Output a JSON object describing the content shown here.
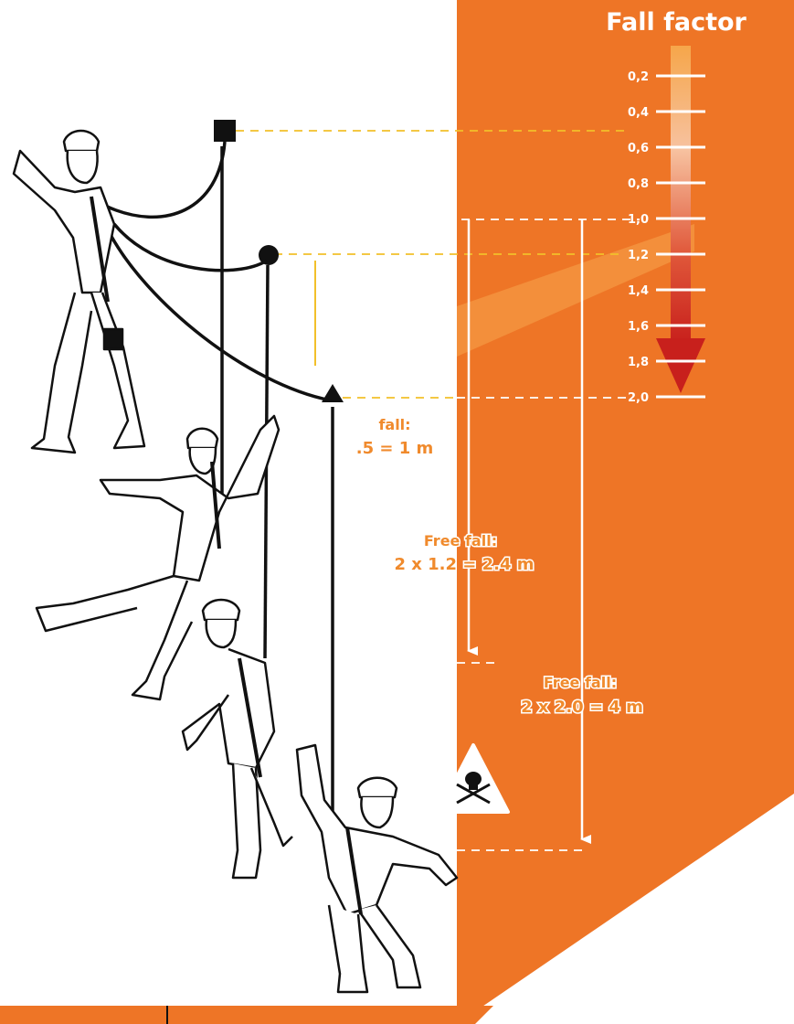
{
  "title": "Fall factor",
  "scale": {
    "ticks": [
      "0,2",
      "0,4",
      "0,6",
      "0,8",
      "1,0",
      "1,2",
      "1,4",
      "1,6",
      "1,8",
      "2,0"
    ]
  },
  "annotations": {
    "fall_short_1": "fall:",
    "fall_short_2": ".5 = 1 m",
    "free_fall_a_1": "Free fall:",
    "free_fall_a_2": "2 x 1.2 = 2.4 m",
    "free_fall_b_1": "Free fall:",
    "free_fall_b_2": "2 x 2.0 = 4 m"
  },
  "colors": {
    "orange": "#ee7526",
    "label_orange": "#f08a2c",
    "arrow_red": "#c8201c",
    "guide_yellow": "#f2c02a",
    "line_black": "#111111"
  },
  "icons": [
    "anchor-square-icon",
    "anchor-circle-icon",
    "anchor-triangle-icon",
    "skull-warning-icon"
  ]
}
